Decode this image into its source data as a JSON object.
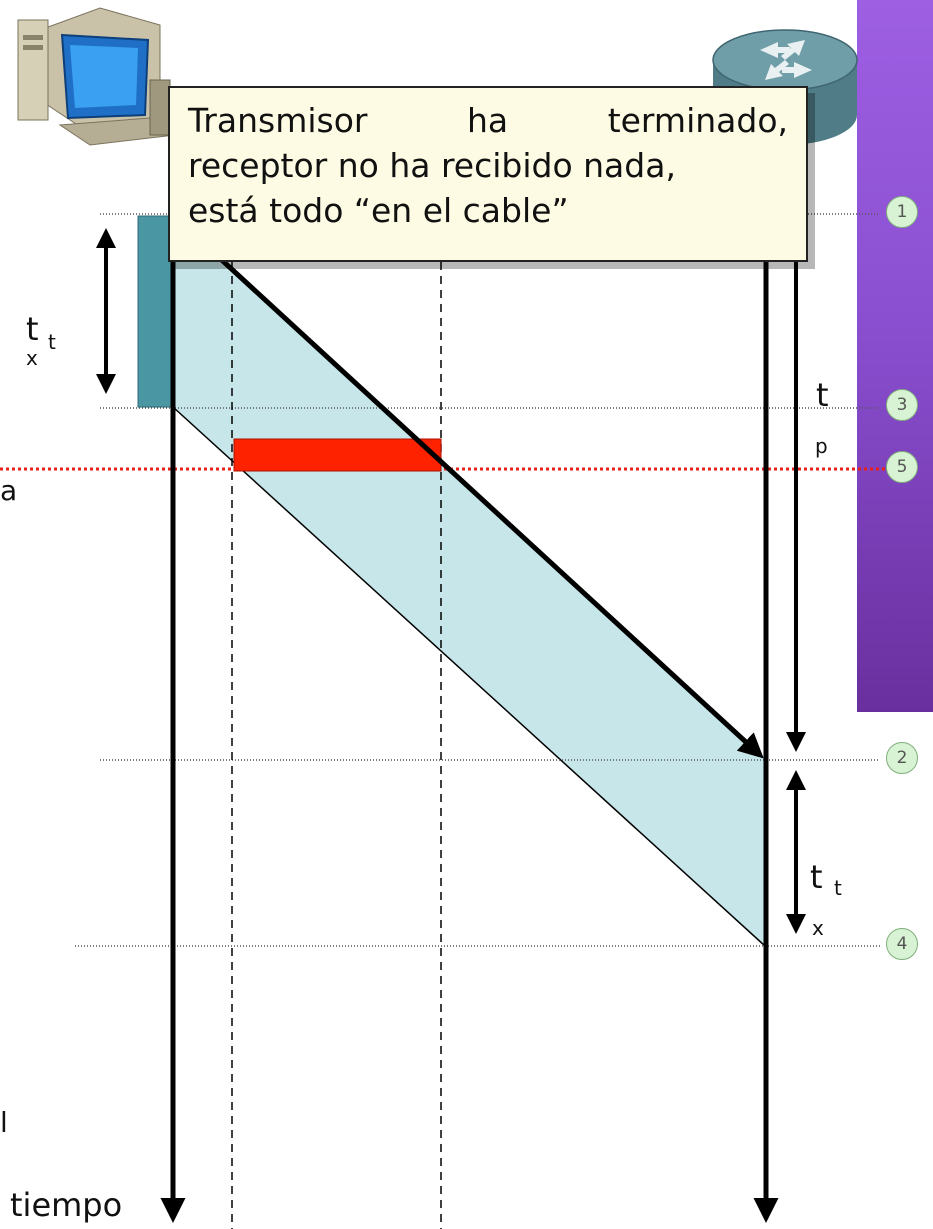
{
  "callout": {
    "line1_word1": "Transmisor",
    "line1_word2": "ha",
    "line1_word3": "terminado,",
    "line2": "receptor no ha recibido nada,",
    "line3": "está todo “en el cable”"
  },
  "markers": [
    "1",
    "3",
    "5",
    "2",
    "4"
  ],
  "labels": {
    "t": "t",
    "t_sub": "t",
    "x": "x",
    "tp": "t",
    "p": "p",
    "tiempo": "tiempo"
  },
  "edge_fragments": [
    "a",
    "l"
  ],
  "colors": {
    "band": "#c6e6ea",
    "frame_block": "#4a97a3",
    "red_bar": "#ff2200",
    "red_line": "#e8201a",
    "sidebar_top": "#9e5fe3",
    "sidebar_bottom": "#6a2f9e",
    "marker_fill": "#d8f3d4"
  },
  "icons": [
    "computer-icon",
    "router-icon"
  ]
}
